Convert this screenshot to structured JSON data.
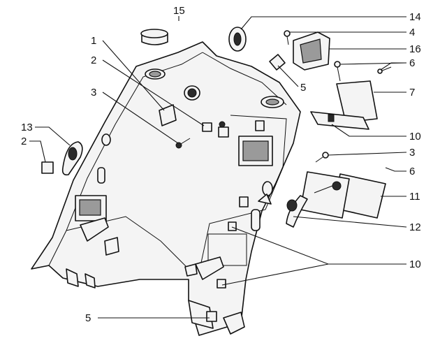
{
  "callouts": [
    {
      "id": "c15",
      "text": "15"
    },
    {
      "id": "c14",
      "text": "14"
    },
    {
      "id": "c4",
      "text": "4"
    },
    {
      "id": "c16",
      "text": "16"
    },
    {
      "id": "c1",
      "text": "1"
    },
    {
      "id": "c2a",
      "text": "2"
    },
    {
      "id": "c6a",
      "text": "6"
    },
    {
      "id": "c5a",
      "text": "5"
    },
    {
      "id": "c7",
      "text": "7"
    },
    {
      "id": "c3a",
      "text": "3"
    },
    {
      "id": "c13",
      "text": "13"
    },
    {
      "id": "c2b",
      "text": "2"
    },
    {
      "id": "c10a",
      "text": "10"
    },
    {
      "id": "c3b",
      "text": "3"
    },
    {
      "id": "c6b",
      "text": "6"
    },
    {
      "id": "c11",
      "text": "11"
    },
    {
      "id": "c12",
      "text": "12"
    },
    {
      "id": "c10b",
      "text": "10"
    },
    {
      "id": "c5b",
      "text": "5"
    }
  ]
}
